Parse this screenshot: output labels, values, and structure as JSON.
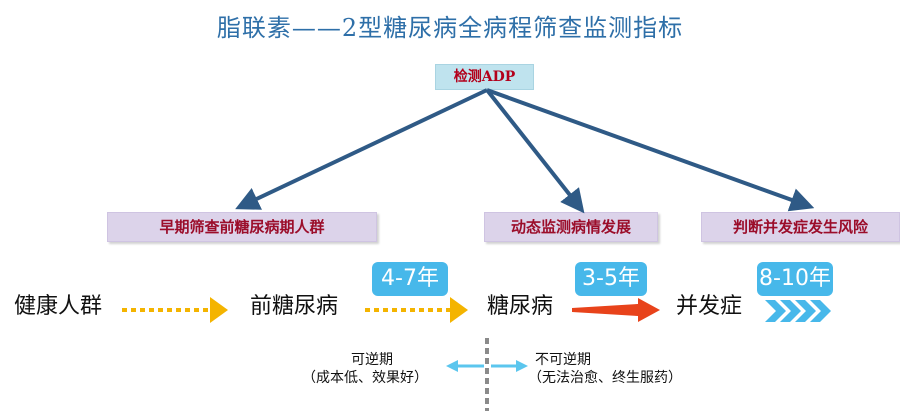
{
  "title": "脂联素——2型糖尿病全病程筛查监测指标",
  "top_node": {
    "label": "检测ADP"
  },
  "categories": [
    {
      "label": "早期筛查前糖尿病期人群"
    },
    {
      "label": "动态监测病情发展"
    },
    {
      "label": "判断并发症发生风险"
    }
  ],
  "stages": [
    {
      "label": "健康人群"
    },
    {
      "label": "前糖尿病"
    },
    {
      "label": "糖尿病"
    },
    {
      "label": "并发症"
    }
  ],
  "durations": [
    {
      "label": "4-7年"
    },
    {
      "label": "3-5年"
    },
    {
      "label": "8-10年"
    }
  ],
  "reversibility": {
    "left_title": "可逆期",
    "left_sub": "（成本低、效果好）",
    "right_title": "不可逆期",
    "right_sub": "（无法治愈、终生服药）"
  },
  "colors": {
    "title": "#2e6fa8",
    "arrow_blue": "#2f5a86",
    "dotted_arrow": "#f4b400",
    "solid_arrow": "#e8431b",
    "chevron": "#47b8ea",
    "badge": "#47b8ea",
    "category_text": "#9b0d2a",
    "category_bg": "#dcd3ea"
  }
}
